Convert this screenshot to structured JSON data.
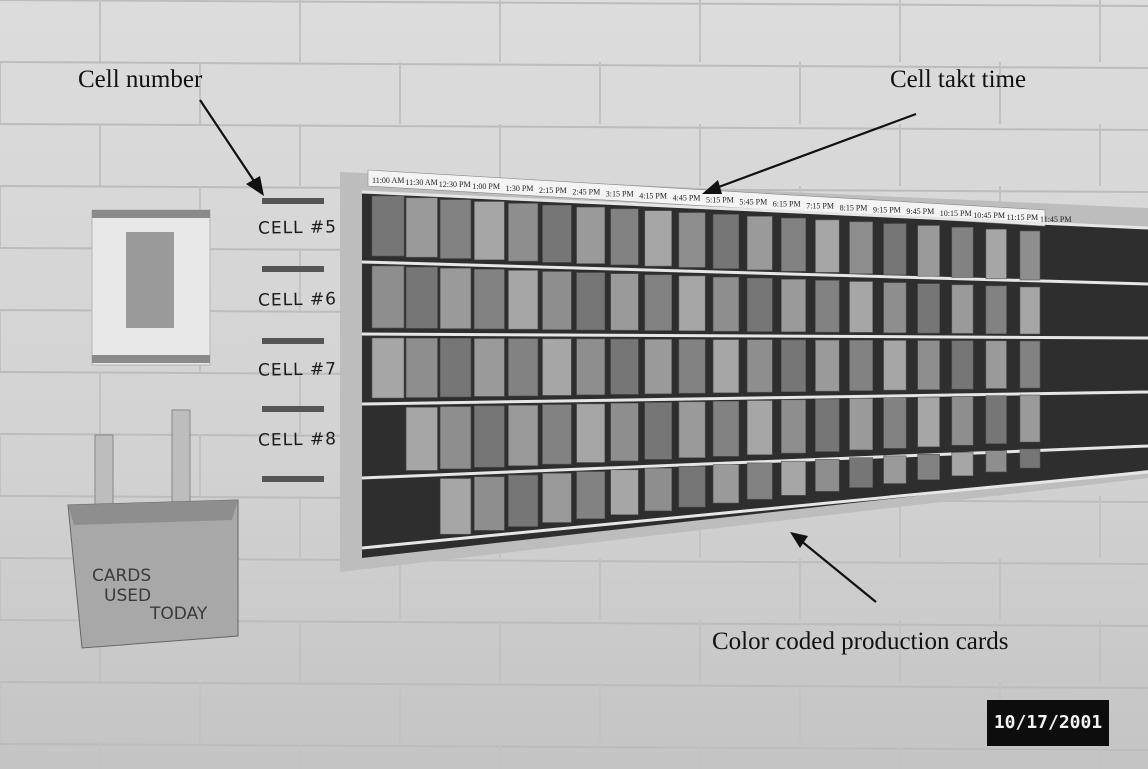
{
  "annotations": {
    "cell_number": "Cell number",
    "cell_takt_time": "Cell takt time",
    "production_cards": "Color coded production cards"
  },
  "board": {
    "cells": [
      "CELL #5",
      "CELL #6",
      "CELL #7",
      "CELL #8"
    ],
    "time_slots": [
      "11:00 AM",
      "11:30 AM",
      "12:30 PM",
      "1:00 PM",
      "1:30 PM",
      "2:15 PM",
      "2:45 PM",
      "3:15 PM",
      "4:15 PM",
      "4:45 PM",
      "5:15 PM",
      "5:45 PM",
      "6:15 PM",
      "7:15 PM",
      "8:15 PM",
      "9:15 PM",
      "9:45 PM",
      "10:15 PM",
      "10:45 PM",
      "11:15 PM",
      "11:45 PM"
    ]
  },
  "box": {
    "text": [
      "CARDS",
      "USED",
      "TODAY"
    ]
  },
  "date_stamp": "10/17/2001",
  "colors": {
    "wall": "#d6d6d6",
    "board": "#2e2e2e",
    "card": "#8c8c8c",
    "stamp": "#0d0d0d"
  }
}
